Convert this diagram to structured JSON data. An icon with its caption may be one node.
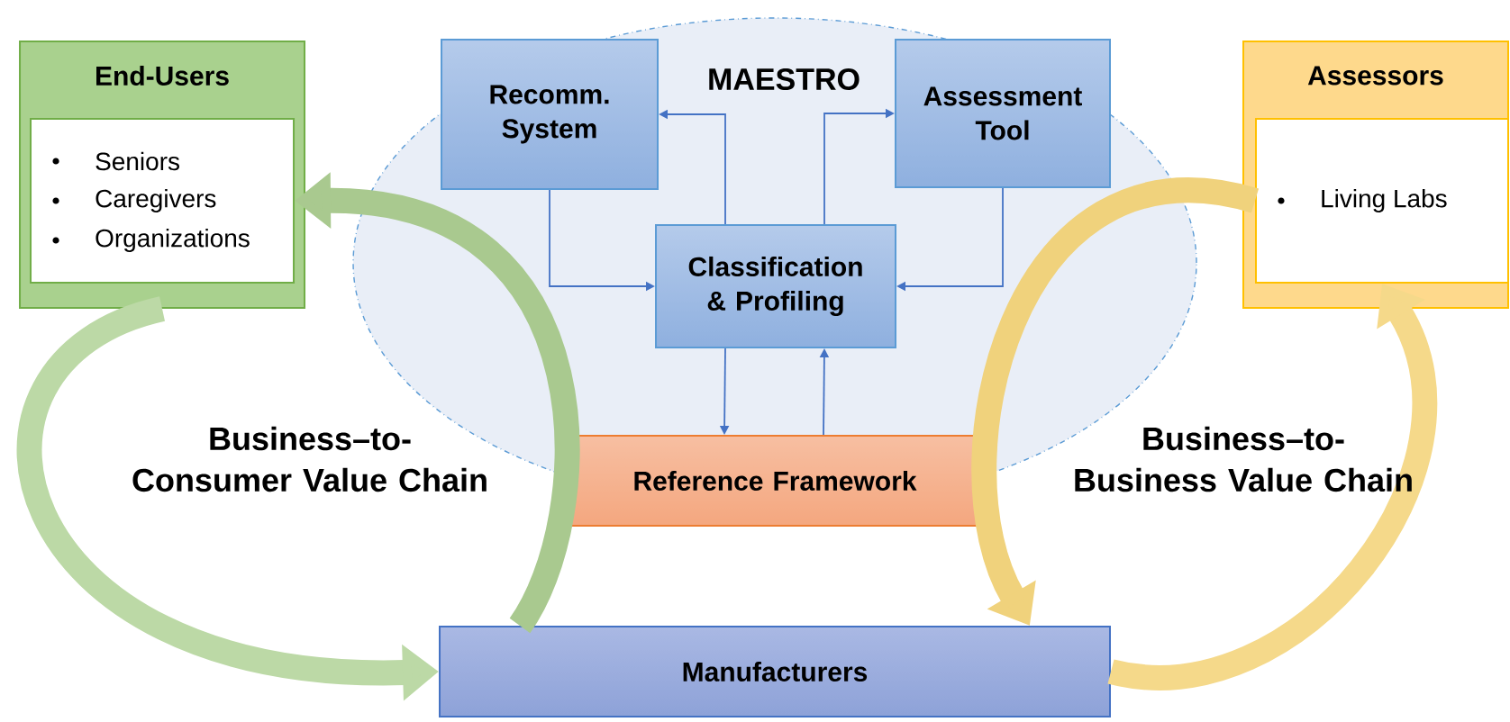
{
  "diagram": {
    "nodes": [
      {
        "text": [
          "End-Users"
        ]
      },
      {
        "text": [
          "Seniors",
          "Caregivers",
          "Organizations"
        ],
        "in": 0
      },
      {
        "text": [
          "MAESTRO"
        ]
      },
      {
        "text": [
          "Recomm. System"
        ],
        "in": 2
      },
      {
        "text": [
          "Assessment Tool"
        ],
        "in": 2
      },
      {
        "text": [
          "Classification & Profiling"
        ],
        "in": 2
      },
      {
        "text": [
          "Reference Framework"
        ]
      },
      {
        "text": [
          "Assessors"
        ]
      },
      {
        "text": [
          "Living Labs"
        ],
        "in": 7
      },
      {
        "text": [
          "Manufacturers"
        ]
      }
    ],
    "edges": [
      {
        "from": 3,
        "to": 5,
        "arrow": "to"
      },
      {
        "from": 5,
        "to": 3,
        "arrow": "to"
      },
      {
        "from": 5,
        "to": 4,
        "arrow": "to"
      },
      {
        "from": 4,
        "to": 5,
        "arrow": "to"
      },
      {
        "from": 5,
        "to": 6,
        "arrow": "to"
      },
      {
        "from": 6,
        "to": 5,
        "arrow": "to"
      },
      {
        "from": 9,
        "to": 1,
        "arrow": "to",
        "style": "thick",
        "color": "#a9c98f"
      },
      {
        "from": 0,
        "to": 9,
        "arrow": "to",
        "style": "thick",
        "color": "#bcd9a6"
      },
      {
        "from": 8,
        "to": 9,
        "arrow": "to",
        "style": "thick",
        "color": "#f0d27c"
      },
      {
        "from": 9,
        "to": 8,
        "arrow": "to",
        "style": "thick",
        "color": "#f5d98a"
      }
    ],
    "labels": [
      "Business–to-Consumer Value Chain",
      "Business–to-Business Value Chain"
    ]
  }
}
